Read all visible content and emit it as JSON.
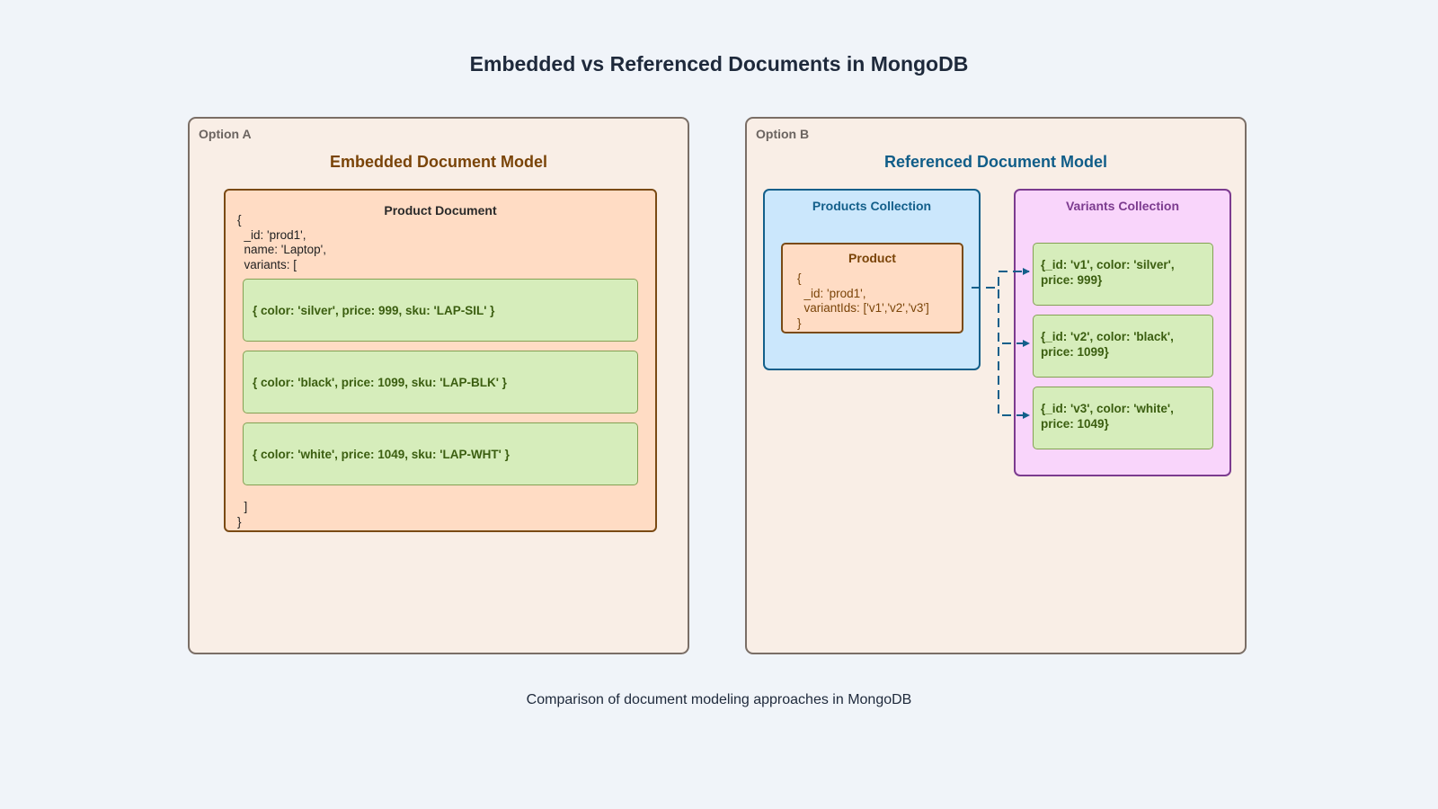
{
  "title": "Embedded vs Referenced Documents in MongoDB",
  "caption": "Comparison of document modeling approaches in MongoDB",
  "colors": {
    "background": "#f0f4f9",
    "option_bg": "#f9eee6",
    "embedded_heading": "#7a4408",
    "referenced_heading": "#105d88",
    "document_bg": "#ffdcc4",
    "variant_bg": "#d6edbb",
    "products_collection_bg": "#cbe7fc",
    "variants_collection_bg": "#f9d5fb",
    "arrow": "#135f8a"
  },
  "option_a": {
    "tag": "Option A",
    "heading": "Embedded Document Model",
    "document": {
      "title": "Product Document",
      "code_top": "{\n  _id: 'prod1',\n  name: 'Laptop',\n  variants: [",
      "code_bottom": "  ]\n}",
      "variants": [
        "{ color: 'silver', price: 999, sku: 'LAP-SIL' }",
        "{ color: 'black', price: 1099, sku: 'LAP-BLK' }",
        "{ color: 'white', price: 1049, sku: 'LAP-WHT' }"
      ]
    }
  },
  "option_b": {
    "tag": "Option B",
    "heading": "Referenced Document Model",
    "products_collection": {
      "title": "Products Collection",
      "product": {
        "title": "Product",
        "code": "{\n  _id: 'prod1',\n  variantIds: ['v1','v2','v3']\n}"
      }
    },
    "variants_collection": {
      "title": "Variants Collection",
      "variants": [
        "{_id: 'v1', color: 'silver',\nprice: 999}",
        "{_id: 'v2', color: 'black',\nprice: 1099}",
        "{_id: 'v3', color: 'white',\nprice: 1049}"
      ]
    },
    "references": [
      "v1",
      "v2",
      "v3"
    ]
  }
}
